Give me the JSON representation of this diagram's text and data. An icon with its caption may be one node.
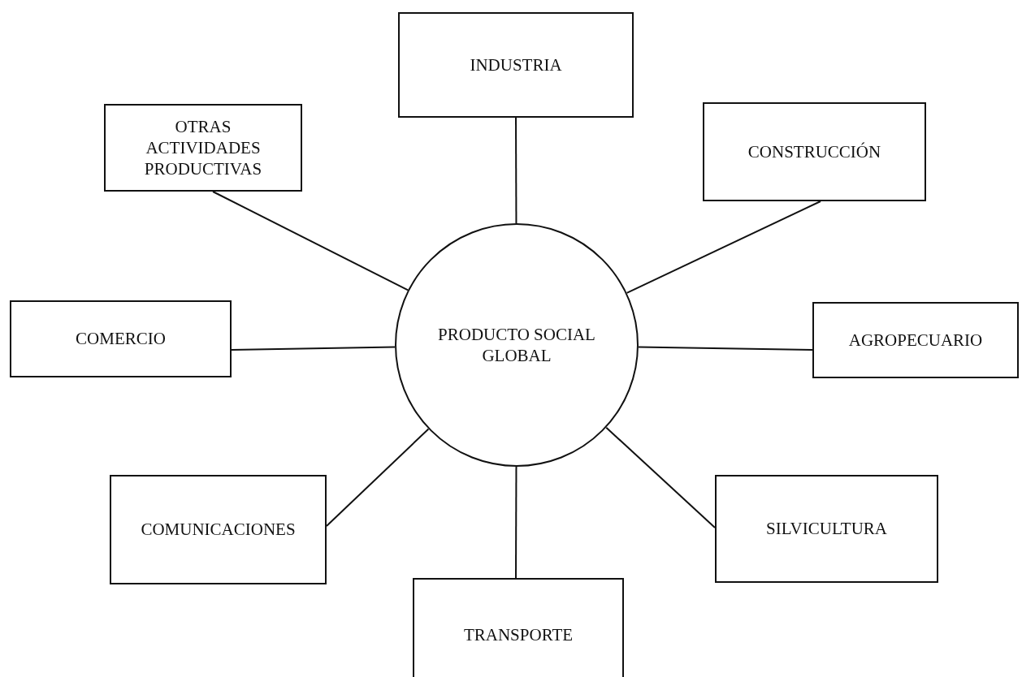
{
  "diagram": {
    "nodes": [
      {
        "text": [
          "INDUSTRIA"
        ]
      },
      {
        "text": [
          "OTRAS ACTIVIDADES PRODUCTIVAS"
        ]
      },
      {
        "text": [
          "CONSTRUCCIÓN"
        ]
      },
      {
        "text": [
          "PRODUCTO SOCIAL GLOBAL"
        ]
      },
      {
        "text": [
          "COMERCIO"
        ]
      },
      {
        "text": [
          "AGROPECUARIO"
        ]
      },
      {
        "text": [
          "COMUNICACIONES"
        ]
      },
      {
        "text": [
          "SILVICULTURA"
        ]
      },
      {
        "text": [
          "TRANSPORTE"
        ]
      }
    ],
    "edges": [
      {
        "from": 3,
        "to": 0,
        "arrow": "none"
      },
      {
        "from": 3,
        "to": 1,
        "arrow": "none"
      },
      {
        "from": 3,
        "to": 2,
        "arrow": "none"
      },
      {
        "from": 3,
        "to": 4,
        "arrow": "none"
      },
      {
        "from": 3,
        "to": 5,
        "arrow": "none"
      },
      {
        "from": 3,
        "to": 6,
        "arrow": "none"
      },
      {
        "from": 3,
        "to": 7,
        "arrow": "none"
      },
      {
        "from": 3,
        "to": 8,
        "arrow": "none"
      }
    ]
  }
}
